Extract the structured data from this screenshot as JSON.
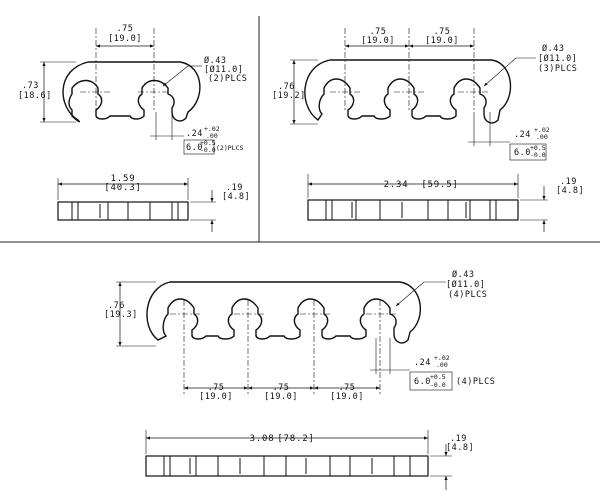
{
  "views": [
    {
      "id": "two-slot",
      "top": {
        "pitch": ".75",
        "pitch_mm": "[19.0]",
        "height": ".73",
        "height_mm": "[18.6]",
        "hole_dia": "Ø.43",
        "hole_dia_mm": "[Ø11.0]",
        "hole_count": "(2)PLCS",
        "slot_w": ".24",
        "slot_tol_upper": "+.02",
        "slot_tol_lower": ".00",
        "slot_mm": "6.0",
        "slot_mm_upper": "+0.5",
        "slot_mm_lower": "-0.0",
        "slot_count": "(2)PLCS"
      },
      "side": {
        "length": "1.59",
        "length_mm": "[40.3]",
        "thickness": ".19",
        "thickness_mm": "[4.8]"
      }
    },
    {
      "id": "three-slot",
      "top": {
        "pitch_a": ".75",
        "pitch_a_mm": "[19.0]",
        "pitch_b": ".75",
        "pitch_b_mm": "[19.0]",
        "height": ".76",
        "height_mm": "[19.2]",
        "hole_dia": "Ø.43",
        "hole_dia_mm": "[Ø11.0]",
        "hole_count": "(3)PLCS",
        "slot_w": ".24",
        "slot_tol_upper": "+.02",
        "slot_tol_lower": ".00",
        "slot_mm": "6.0",
        "slot_mm_upper": "+0.5",
        "slot_mm_lower": "-0.0"
      },
      "side": {
        "length": "2.34",
        "length_mm": "[59.5]",
        "thickness": ".19",
        "thickness_mm": "[4.8]"
      }
    },
    {
      "id": "four-slot",
      "top": {
        "height": ".76",
        "height_mm": "[19.3]",
        "hole_dia": "Ø.43",
        "hole_dia_mm": "[Ø11.0]",
        "hole_count": "(4)PLCS",
        "pitch_a": ".75",
        "pitch_a_mm": "[19.0]",
        "pitch_b": ".75",
        "pitch_b_mm": "[19.0]",
        "pitch_c": ".75",
        "pitch_c_mm": "[19.0]",
        "slot_w": ".24",
        "slot_tol_upper": "+.02",
        "slot_tol_lower": ".00",
        "slot_mm": "6.0",
        "slot_mm_upper": "+0.5",
        "slot_mm_lower": "-0.0",
        "slot_count": "(4)PLCS"
      },
      "side": {
        "length": "3.08",
        "length_mm": "[78.2]",
        "thickness": ".19",
        "thickness_mm": "[4.8]"
      }
    }
  ]
}
